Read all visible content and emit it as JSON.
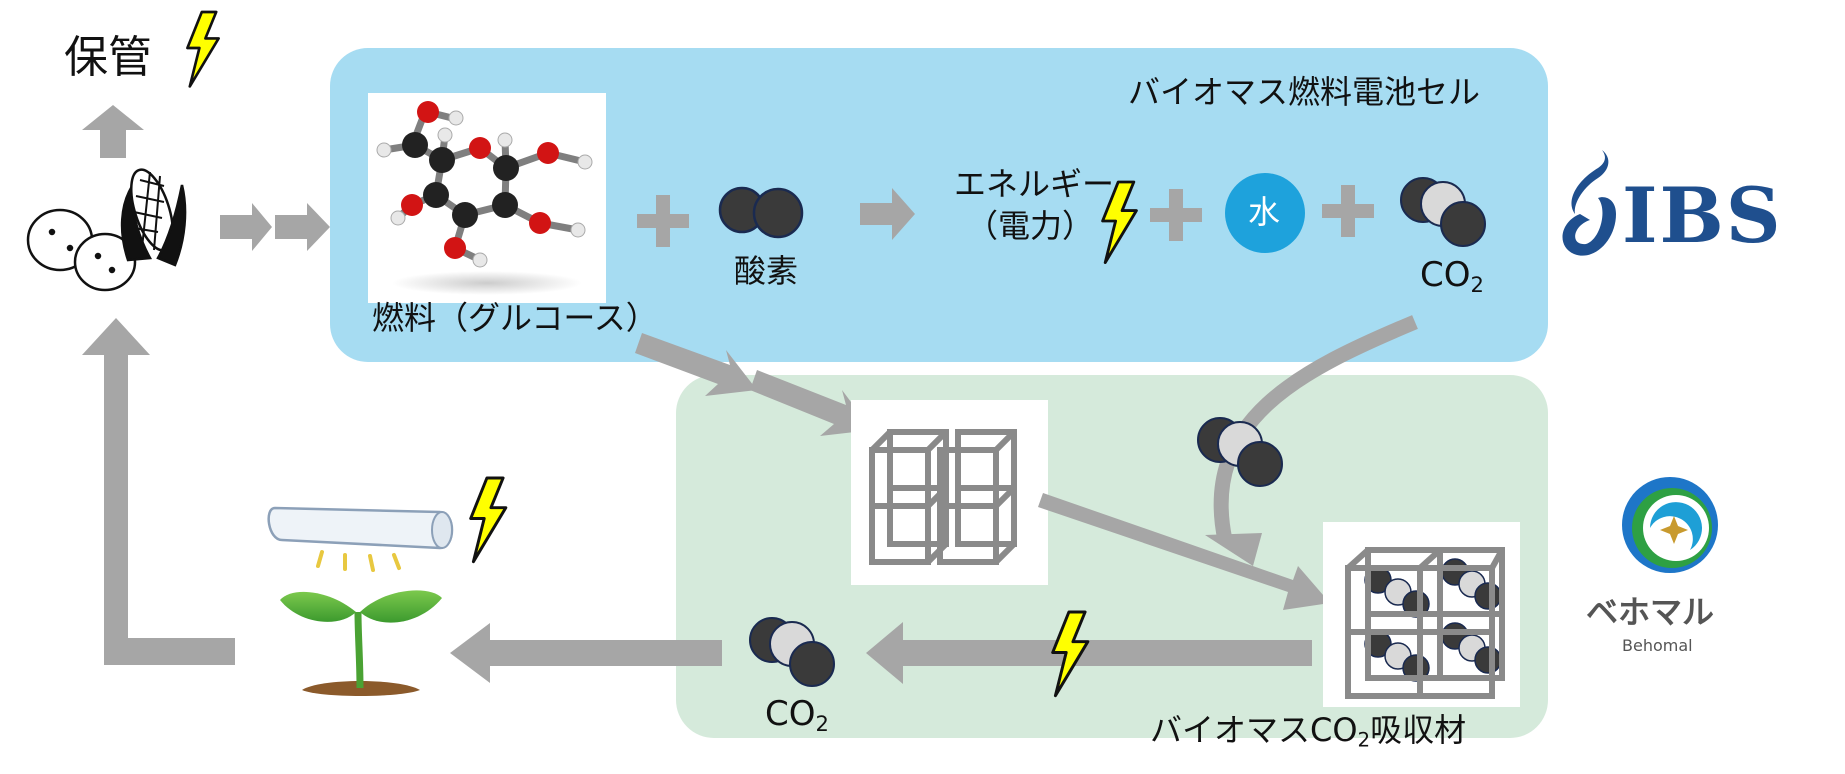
{
  "labels": {
    "storage": "保管",
    "fuel_cell_title": "バイオマス燃料電池セル",
    "fuel": "燃料（グルコース）",
    "oxygen": "酸素",
    "energy_line1": "エネルギー",
    "energy_line2": "（電力）",
    "water": "水",
    "co2_top_base": "CO",
    "co2_top_sub": "2",
    "co2_bottom_base": "CO",
    "co2_bottom_sub": "2",
    "absorbent_prefix": "バイオマスCO",
    "absorbent_sub": "2",
    "absorbent_suffix": "吸収材"
  },
  "logos": {
    "ibs_text": "IBS",
    "behomal_jp": "ベホマル",
    "behomal_en": "Behomal"
  },
  "colors": {
    "fuel_cell_panel": "#a6dcf2",
    "absorbent_panel": "#d5eadb",
    "arrow_gray": "#a6a6a6",
    "lightning": "#ffff00",
    "water_circle": "#1ea2dc",
    "molecule_dark": "#3a3a3a",
    "molecule_light": "#d9d9d9",
    "oxygen_atom": "#d21414",
    "carbon_atom": "#222222",
    "hydrogen_atom": "#e8e8e8",
    "leaf_green": "#53b33c",
    "soil_brown": "#8b5a2b",
    "ibs_blue": "#1f4f8e",
    "behomal_green": "#2ea043"
  },
  "icons": [
    "lightning-icon",
    "potato-corn-icon",
    "glucose-molecule-icon",
    "oxygen-molecule-icon",
    "co2-molecule-icon",
    "water-icon",
    "cage-icon",
    "filled-cage-icon",
    "lamp-icon",
    "sprout-icon",
    "ibs-logo",
    "behomal-logo"
  ]
}
